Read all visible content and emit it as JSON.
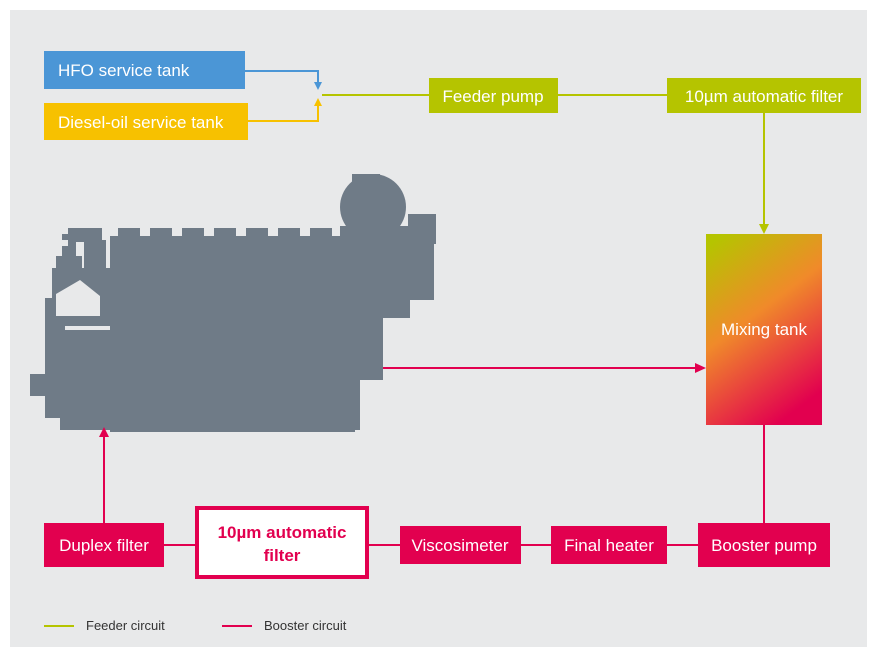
{
  "colors": {
    "background": "#e8e9ea",
    "hfo": "#4b96d6",
    "diesel": "#f7c100",
    "feeder": "#b5c400",
    "booster": "#e2004f",
    "engine": "#6f7b87",
    "highlight_border": "#e2004f",
    "highlight_fill": "#ffffff"
  },
  "nodes": {
    "hfo_tank": "HFO service tank",
    "diesel_tank": "Diesel-oil service tank",
    "feeder_pump": "Feeder pump",
    "auto_filter_top": "10µm automatic filter",
    "mixing_tank": "Mixing tank",
    "booster_pump": "Booster pump",
    "final_heater": "Final heater",
    "viscosimeter": "Viscosimeter",
    "auto_filter_bottom_line1": "10µm automatic",
    "auto_filter_bottom_line2": "filter",
    "duplex_filter": "Duplex filter"
  },
  "legend": {
    "feeder": "Feeder circuit",
    "booster": "Booster circuit"
  },
  "engine": {
    "icon": "diesel-engine-silhouette"
  }
}
